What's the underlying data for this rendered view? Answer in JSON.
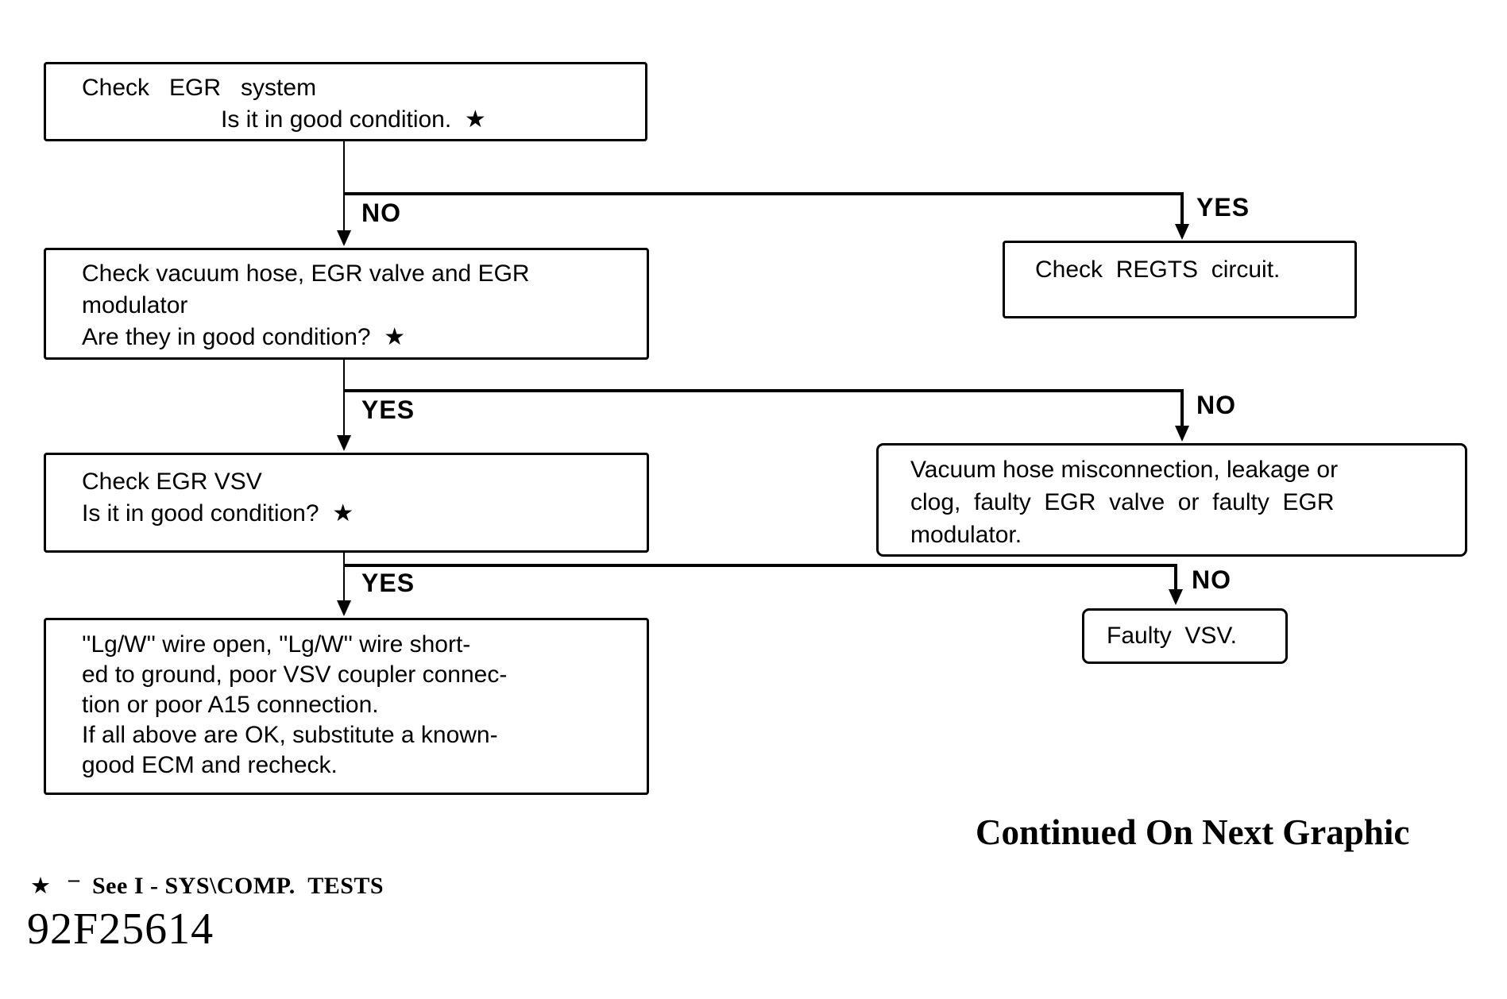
{
  "flowchart": {
    "boxes": {
      "check_egr_system": {
        "line1": "Check   EGR   system",
        "line2": "Is it in good condition.  ★"
      },
      "check_regts": {
        "line1": "Check  REGTS  circuit."
      },
      "check_vacuum": {
        "line1": "Check vacuum hose, EGR valve and EGR",
        "line2": "modulator",
        "line3": "Are they in good condition?  ★"
      },
      "vacuum_fault": {
        "line1": "Vacuum hose misconnection, leakage or",
        "line2": "clog,  faulty  EGR  valve  or  faulty  EGR",
        "line3": "modulator."
      },
      "check_vsv": {
        "line1": "Check EGR VSV",
        "line2": "Is it in good condition?  ★"
      },
      "faulty_vsv": {
        "line1": "Faulty  VSV."
      },
      "wire_fault": {
        "line1": "''Lg/W'' wire open, ''Lg/W'' wire short-",
        "line2": "ed to ground, poor VSV coupler connec-",
        "line3": "tion or poor A15 connection.",
        "line4": "If all above are OK, substitute a known-",
        "line5": "good ECM and recheck."
      }
    },
    "branch1": {
      "down_label": "NO",
      "right_label": "YES"
    },
    "branch2": {
      "down_label": "YES",
      "right_label": "NO"
    },
    "branch3": {
      "down_label": "YES",
      "right_label": "NO"
    }
  },
  "footer": {
    "continued": "Continued On Next Graphic",
    "footnote_star": "★",
    "footnote_dash": "–",
    "footnote_text": "See I - SYS\\COMP.  TESTS",
    "figure_code": "92F25614"
  }
}
